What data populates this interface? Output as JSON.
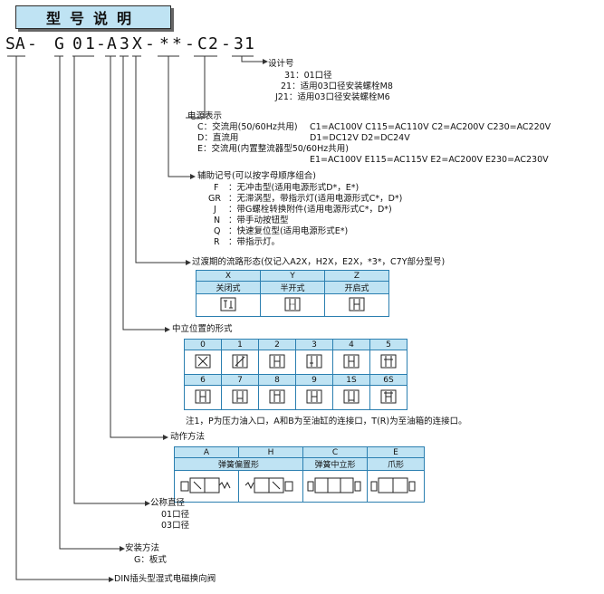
{
  "title": "型号说明",
  "model_code": {
    "parts": [
      "SA",
      "-",
      "G",
      "0",
      "1",
      "-",
      "A",
      "3",
      "X",
      "-",
      "*",
      "*",
      "-",
      "C",
      "2",
      "-",
      "3",
      "1"
    ]
  },
  "design": {
    "label": "设计号",
    "lines": [
      "31：01口径",
      "21：适用03口径安装螺栓M8",
      "J21：适用03口径安装螺栓M6"
    ]
  },
  "power": {
    "label": "电源表示",
    "line_c": "C：交流用(50/60Hz共用)",
    "c_vals": "C1=AC100V   C115=AC110V   C2=AC200V   C230=AC220V",
    "line_d": "D：直流用",
    "d_vals": "D1=DC12V   D2=DC24V",
    "line_e": "E：交流用(内置整流器型50/60Hz共用)",
    "e_vals": "E1=AC100V   E115=AC115V   E2=AC200V   E230=AC230V"
  },
  "aux": {
    "label": "辅助记号(可以按字母顺序组合)",
    "items": [
      {
        "k": "F",
        "v": "：无冲击型(适用电源形式D*，E*)"
      },
      {
        "k": "GR",
        "v": "：无滞涡型，带指示灯(适用电源形式C*，D*)"
      },
      {
        "k": "J",
        "v": "：带G螺栓转换附件(适用电源形式C*，D*)"
      },
      {
        "k": "N",
        "v": "：带手动按钮型"
      },
      {
        "k": "Q",
        "v": "：快速复位型(适用电源形式E*)"
      },
      {
        "k": "R",
        "v": "：带指示灯。"
      }
    ]
  },
  "transition": {
    "label": "过渡期的流路形态(仅记入A2X，H2X，E2X，*3*，C7Y部分型号)",
    "headers": [
      "X",
      "Y",
      "Z"
    ],
    "names": [
      "关闭式",
      "半开式",
      "开启式"
    ]
  },
  "neutral": {
    "label": "中立位置的形式",
    "row1": [
      "0",
      "1",
      "2",
      "3",
      "4",
      "5"
    ],
    "row2": [
      "6",
      "7",
      "8",
      "9",
      "1S",
      "6S"
    ],
    "note": "注1，P为压力油入口，A和B为至油缸的连接口，T(R)为至油箱的连接口。"
  },
  "action": {
    "label": "动作方法",
    "headers": [
      "A",
      "H",
      "C",
      "E"
    ],
    "sub": [
      "弹簧偏置形",
      "弹簧中立形",
      "爪形"
    ]
  },
  "diameter": {
    "label": "公称直径",
    "lines": [
      "01口径",
      "03口径"
    ]
  },
  "mounting": {
    "label": "安装方法",
    "line": "G：板式"
  },
  "din": {
    "label": "DIN插头型湿式电磁换向阀"
  },
  "colors": {
    "header_bg": "#bfe3f3",
    "table_border": "#2b7fb0"
  }
}
